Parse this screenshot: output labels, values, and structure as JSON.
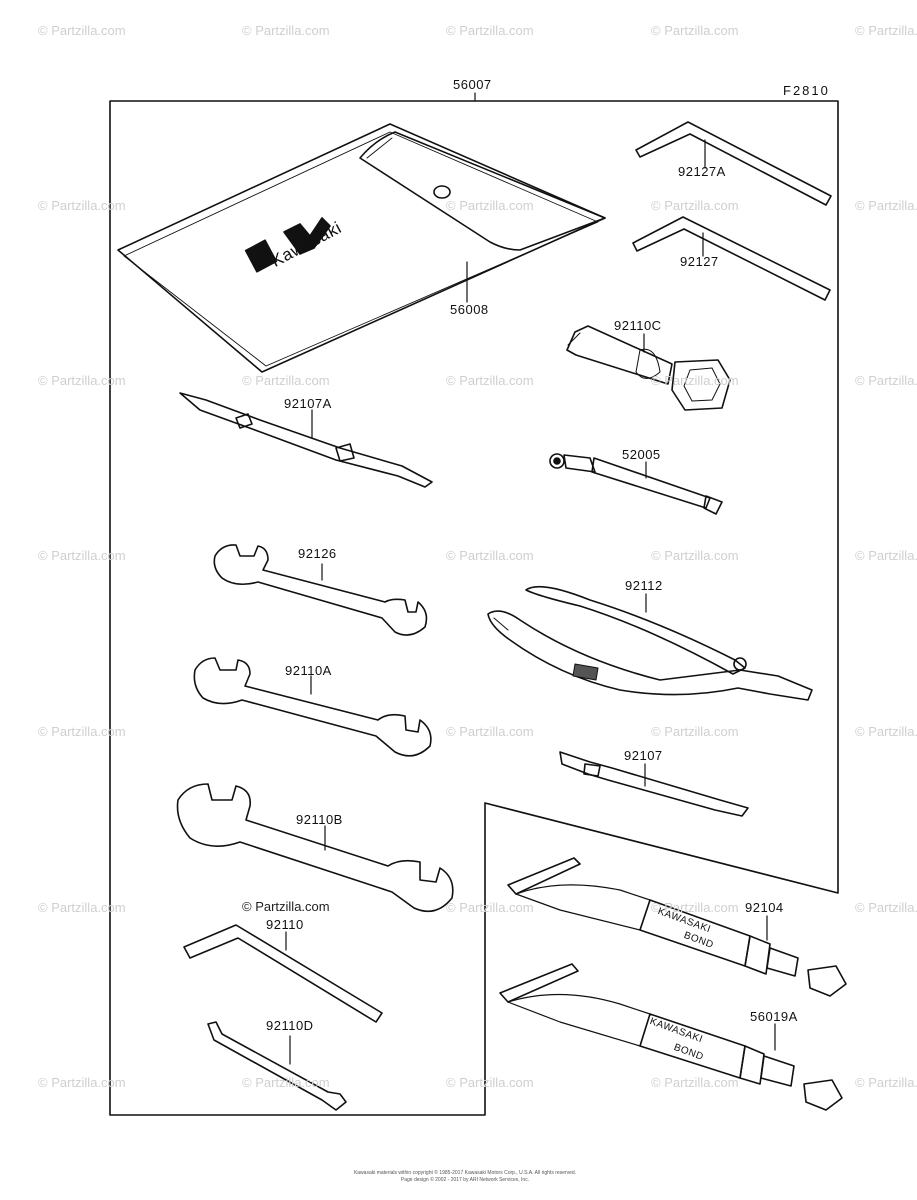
{
  "figure_code": "F2810",
  "watermark": "© Partzilla.com",
  "kit_label": "56007",
  "bag": {
    "part": "56008",
    "brand": "Kawasaki"
  },
  "parts": {
    "hex_key_a": "92127A",
    "hex_key": "92127",
    "plug_wrench": "92110C",
    "handle": "52005",
    "driver_a": "92107A",
    "pliers": "92112",
    "wrench_92126": "92126",
    "wrench_92110a": "92110A",
    "driver": "92107",
    "wrench_92110b": "92110B",
    "bond_92104": "92104",
    "hex_wrench": "92110",
    "bond_56019a": "56019A",
    "rod": "92110D"
  },
  "tube_text": {
    "line1": "KAWASAKI",
    "line2": "BOND"
  },
  "copyright": {
    "line1": "Kawasaki materials within copyright © 1985-2017 Kawasaki Motors Corp., U.S.A. All rights reserved.",
    "line2": "Page design © 2002 - 2017 by ARI Network Services, Inc."
  }
}
